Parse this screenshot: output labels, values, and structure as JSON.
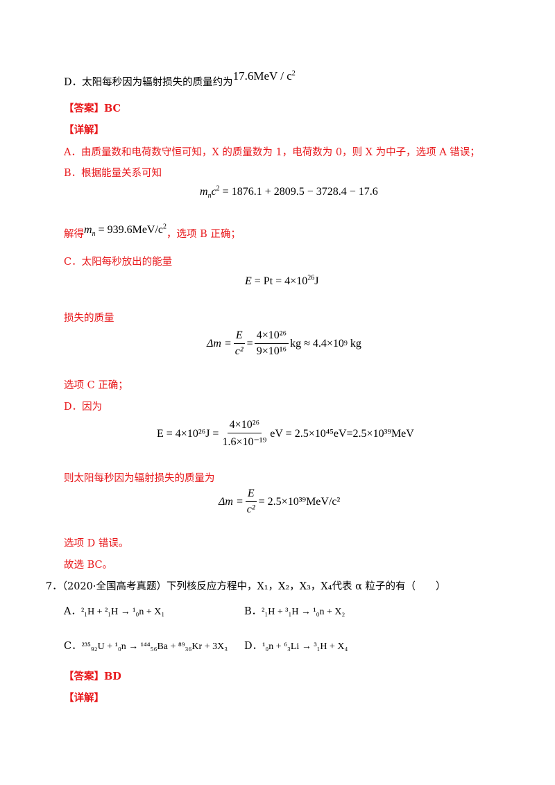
{
  "prev_option_d": {
    "label": "D．太阳每秒因为辐射损失的质量约为",
    "value": "17.6MeV / c",
    "exp": "2"
  },
  "answer1": {
    "bracket": "【答案】",
    "value": "BC"
  },
  "detail1": {
    "bracket": "【详解】"
  },
  "lineA": "A．由质量数和电荷数守恒可知，X 的质量数为 1，电荷数为 0，则 X 为中子，选项 A 错误；",
  "lineB": "B．根据能量关系可知",
  "eqB": {
    "lhs": "m",
    "sub": "n",
    "c": "c",
    "rhs": "= 1876.1 + 2809.5 − 3728.4 − 17.6"
  },
  "solve_prefix": "解得",
  "solve_eq": {
    "m": "m",
    "sub": "n",
    "rest": "= 939.6MeV/c",
    "exp": "2"
  },
  "solve_suffix": "，选项 B 正确；",
  "lineC": "C．太阳每秒放出的能量",
  "eqC": {
    "text": "= Pt = 4×10",
    "E": "E",
    "exp": "26",
    "unit": "J"
  },
  "loss_label": "损失的质量",
  "eqLoss": {
    "lhs": "Δm =",
    "num1": "E",
    "den1": "c²",
    "num2": "4×10²⁶",
    "den2": "9×10¹⁶",
    "rest": "kg ≈ 4.4×10",
    "exp": "9",
    "unit": "kg"
  },
  "c_correct": "选项 C 正确；",
  "lineD": "D．因为",
  "eqD": {
    "lhs": "E = 4×10²⁶J =",
    "num": "4×10²⁶",
    "den": "1.6×10⁻¹⁹",
    "rest": "eV = 2.5×10⁴⁵eV=2.5×10³⁹MeV"
  },
  "d_text": "则太阳每秒因为辐射损失的质量为",
  "eqD2": {
    "lhs": "Δm =",
    "num": "E",
    "den": "c²",
    "rest": "= 2.5×10³⁹MeV/c²"
  },
  "d_wrong": "选项 D 错误。",
  "choose": "故选 BC。",
  "q7": {
    "num": "7．",
    "text": "（2020·全国高考真题）下列核反应方程中，X₁，X₂，X₃，X₄代表 α 粒子的有（　　）"
  },
  "q7_options": {
    "A": {
      "label": "A．",
      "eq": "²₁H + ²₁H → ¹₀n + X₁"
    },
    "B": {
      "label": "B．",
      "eq": "²₁H + ³₁H → ¹₀n + X₂"
    },
    "C": {
      "label": "C．",
      "eq": "²³⁵₉₂U + ¹₀n → ¹⁴⁴₅₆Ba + ⁸⁹₃₆Kr + 3X₃"
    },
    "D": {
      "label": "D．",
      "eq": "¹₀n + ⁶₃Li → ³₁H + X₄"
    }
  },
  "answer2": {
    "bracket": "【答案】",
    "value": "BD"
  },
  "detail2": {
    "bracket": "【详解】"
  }
}
